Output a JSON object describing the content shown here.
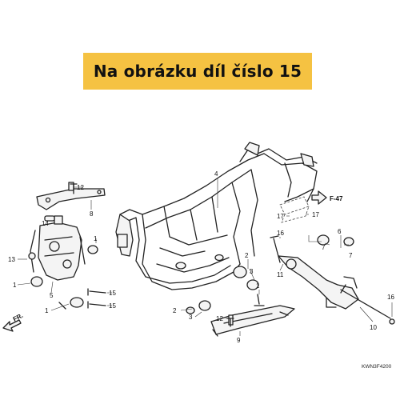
{
  "banner": {
    "text": "Na obrázku díl číslo 15",
    "color": "#f5c242"
  },
  "diagram_code": "KWN3F4200",
  "callouts": {
    "f47": "F-47",
    "fr": "FR."
  },
  "labels": {
    "l1a": "1",
    "l1b": "1",
    "l1c": "1",
    "l1d": "1",
    "l2a": "2",
    "l2b": "2",
    "l3a": "3",
    "l3b": "3",
    "l4": "4",
    "l5": "5",
    "l6": "6",
    "l7a": "7",
    "l7b": "7",
    "l8": "8",
    "l9": "9",
    "l10": "10",
    "l11": "11",
    "l12a": "12",
    "l12b": "12",
    "l13": "13",
    "l14": "14",
    "l15a": "15",
    "l15b": "15",
    "l16a": "16",
    "l16b": "16",
    "l17a": "17",
    "l17b": "17"
  }
}
